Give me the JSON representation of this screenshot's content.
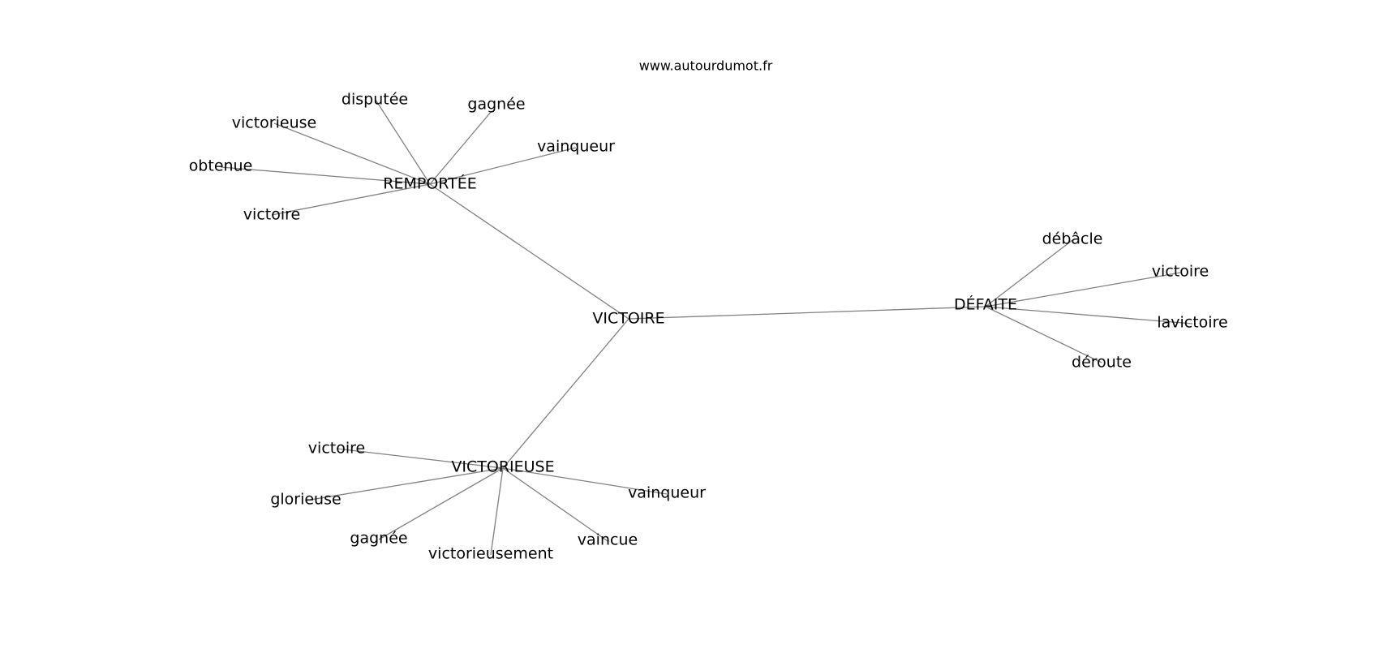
{
  "site": "www.autourdumot.fr",
  "center": "VICTOIRE",
  "clusters": [
    {
      "hub": "REMPORTÉE",
      "words": [
        "disputée",
        "gagnée",
        "victorieuse",
        "vainqueur",
        "obtenue",
        "victoire"
      ]
    },
    {
      "hub": "DÉFAITE",
      "words": [
        "débâcle",
        "victoire",
        "lavictoire",
        "déroute"
      ]
    },
    {
      "hub": "VICTORIEUSE",
      "words": [
        "victoire",
        "glorieuse",
        "vainqueur",
        "gagnée",
        "victorieusement",
        "vaincue"
      ]
    }
  ]
}
